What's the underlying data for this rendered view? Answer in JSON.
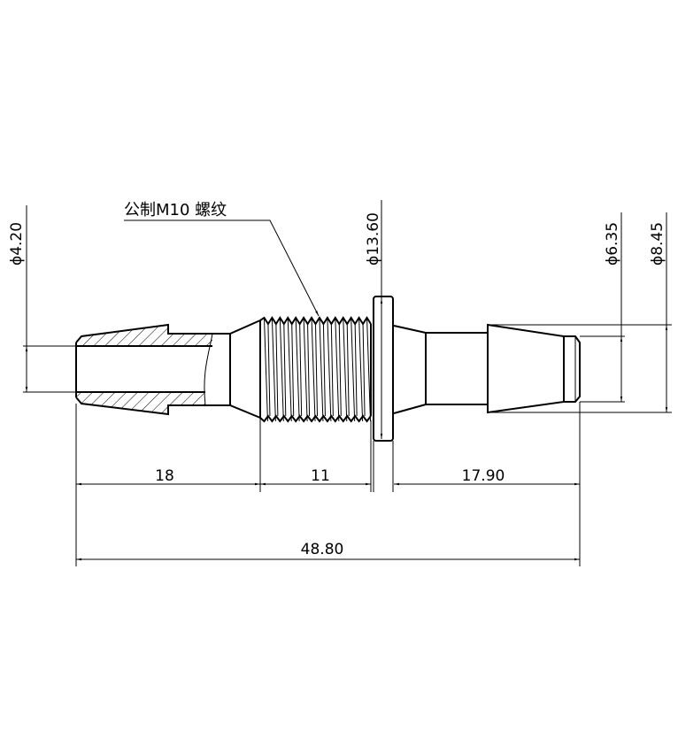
{
  "callout": {
    "thread_note": "公制M10 螺纹"
  },
  "diameters": {
    "bore_left": "ϕ4.20",
    "flange": "ϕ13.60",
    "tip_right": "ϕ6.35",
    "barb_right": "ϕ8.45"
  },
  "lengths": {
    "left_barb": "18",
    "thread": "11",
    "right_barb": "17.90",
    "overall": "48.80"
  },
  "colors": {
    "line": "#000000",
    "background": "#ffffff"
  }
}
